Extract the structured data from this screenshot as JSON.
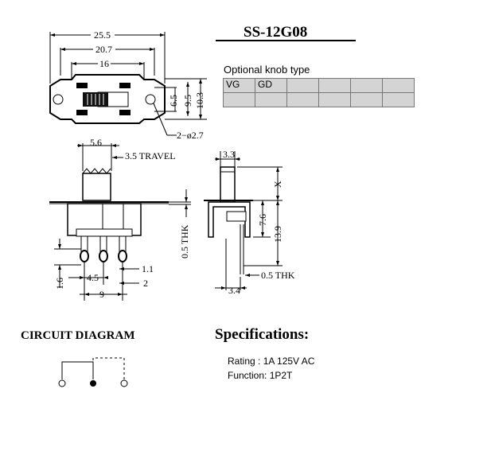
{
  "title": "SS-12G08",
  "knob": {
    "label": "Optional knob type",
    "options": [
      "VG",
      "GD",
      "",
      "",
      "",
      ""
    ]
  },
  "dims": {
    "d255": "25.5",
    "d207": "20.7",
    "d16": "16",
    "d65": "6.5",
    "d95": "9.5",
    "d103": "10.3",
    "hole": "2−ø2.7",
    "d56": "5.6",
    "travel": "3.5 TRAVEL",
    "thk_left": "0.5 THK",
    "d16b": "1.6",
    "d45": "4.5",
    "d11": "1.1",
    "d2": "2",
    "d9": "9",
    "d33": "3.3",
    "x": "X",
    "d76": "7.6",
    "d139": "13.9",
    "thk_right": "0.5 THK",
    "d34": "3.4"
  },
  "circuit": {
    "heading": "CIRCUIT DIAGRAM"
  },
  "specs": {
    "heading": "Specifications:",
    "rating": "Rating : 1A 125V AC",
    "function": "Function: 1P2T"
  }
}
